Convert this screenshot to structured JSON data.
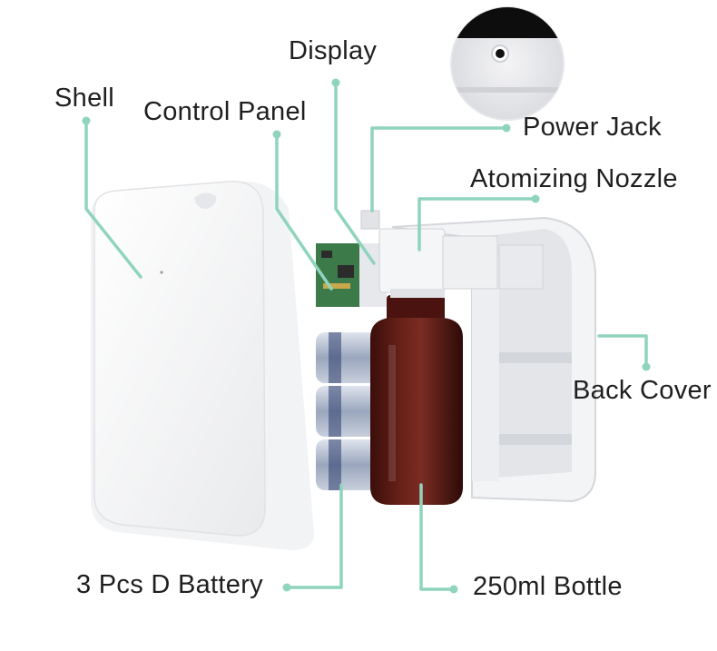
{
  "labels": {
    "shell": "Shell",
    "control_panel": "Control Panel",
    "display": "Display",
    "power_jack": "Power Jack",
    "atomizing_nozzle": "Atomizing Nozzle",
    "back_cover": "Back Cover",
    "battery": "3 Pcs D Battery",
    "bottle": "250ml Bottle"
  },
  "colors": {
    "leader_line": "#8fd4be",
    "bottle": "#5a1a14",
    "battery": "#b8c2d6",
    "pcb": "#3c7a4a"
  }
}
